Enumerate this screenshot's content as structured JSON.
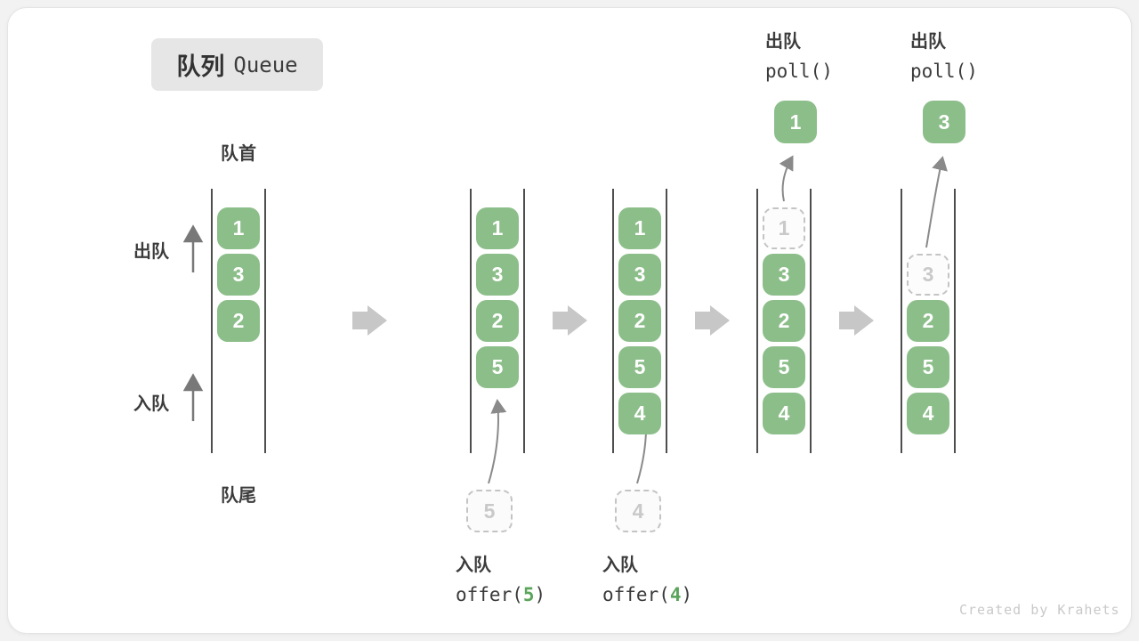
{
  "title": {
    "zh": "队列",
    "en": "Queue"
  },
  "labels": {
    "front": "队首",
    "rear": "队尾",
    "dequeue": "出队",
    "enqueue": "入队"
  },
  "stages": [
    {
      "cells": [
        "1",
        "3",
        "2"
      ]
    },
    {
      "cells": [
        "1",
        "3",
        "2",
        "5"
      ],
      "ghost_below": "5",
      "op": {
        "action": "入队",
        "code_pre": "offer(",
        "code_arg": "5",
        "code_post": ")"
      }
    },
    {
      "cells": [
        "1",
        "3",
        "2",
        "5",
        "4"
      ],
      "ghost_below": "4",
      "op": {
        "action": "入队",
        "code_pre": "offer(",
        "code_arg": "4",
        "code_post": ")"
      }
    },
    {
      "ghost": "1",
      "cells": [
        "3",
        "2",
        "5",
        "4"
      ],
      "popped": "1",
      "op": {
        "action": "出队",
        "code_pre": "poll()",
        "code_arg": "",
        "code_post": ""
      }
    },
    {
      "ghost": "3",
      "cells": [
        "2",
        "5",
        "4"
      ],
      "popped": "3",
      "op": {
        "action": "出队",
        "code_pre": "poll()",
        "code_arg": "",
        "code_post": ""
      }
    }
  ],
  "watermark": "Created by Krahets",
  "colors": {
    "cell_green": "#8CBE8A",
    "code_arg_green": "#5BA55B",
    "label_dark": "#3C3C3C",
    "ghost_gray": "#C4C4C4",
    "block_arrow_gray": "#C7C7C7",
    "thin_arrow_gray": "#8A8A8A",
    "wall_gray": "#4E4E4E",
    "title_bg": "#E6E6E6"
  },
  "icons": {
    "stage_arrow": "right-block-arrow",
    "direction_arrow": "up-arrow",
    "transfer_arrow": "curved-up-arrow"
  }
}
